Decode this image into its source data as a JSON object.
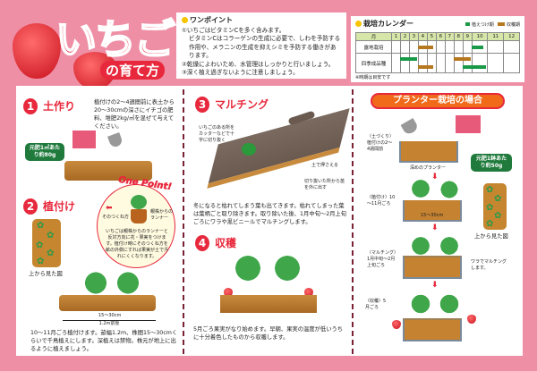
{
  "header": {
    "title": "いちご",
    "subtitle": "の育て方"
  },
  "one_point": {
    "heading": "ワンポイント",
    "lines": [
      "①いちごはビタミンCを多く含みます。",
      "ビタミンCはコラーゲンの生成に必要で、しわを予防する作用や、メラニンの生成を抑えシミを予防する働きがあります。",
      "②乾燥によわいため、水管理はしっかりと行いましょう。",
      "③深く植え過ぎないように注意しましょう。"
    ]
  },
  "calendar": {
    "heading": "栽培カレンダー",
    "legend": [
      {
        "label": "植えつけ期",
        "color": "#1a9a48"
      },
      {
        "label": "収穫期",
        "color": "#b5781e"
      }
    ],
    "month_header": "月",
    "months": [
      "1",
      "2",
      "3",
      "4",
      "5",
      "6",
      "7",
      "8",
      "9",
      "10",
      "11",
      "12"
    ],
    "rows": [
      {
        "label": "露地栽培",
        "bars": [
          {
            "type": "harvest",
            "start": 4,
            "end": 5.7
          },
          {
            "type": "planting",
            "start": 10,
            "end": 10.7
          }
        ]
      },
      {
        "label": "四季成品種",
        "bars": [
          {
            "type": "planting",
            "start": 2,
            "end": 3.9
          },
          {
            "type": "harvest",
            "start": 8,
            "end": 9.9
          },
          {
            "type": "planting",
            "start": 9,
            "end": 10.9
          },
          {
            "type": "harvest",
            "start": 4,
            "end": 5.7
          }
        ]
      }
    ],
    "note": "※時期は目安です"
  },
  "steps": [
    {
      "num": "1",
      "title": "土作り",
      "text": "植付けの2～4週間前に表土から20～30cmの深さにイチゴの肥料、堆肥2kg/㎡を混ぜて与えてください。",
      "badge": "元肥1㎡あたり約80g"
    },
    {
      "num": "2",
      "title": "植付け",
      "text": "10～11月ごろ植付けます。畝幅1.2m、株間15～30cmくらいで千鳥植えにします。深植えは禁物。株元が地上に出るように植えましょう。",
      "topview": "上から見た図",
      "spacing": "15～30cm",
      "width": "1.2m前後",
      "one_point": {
        "title": "One Point!",
        "runner_left": "そのつくね方",
        "runner_label": "親株からのランナー",
        "text": "いちごは親株からのランナーと反対方向に花・果実をつけます。植付け時にそのつくね方を畝の外側にすれば果実が土で汚れにくくなります。"
      }
    },
    {
      "num": "3",
      "title": "マルチング",
      "text": "冬になると枯れてしまう葉も出てきます。枯れてしまった葉は葉柄ごと取り除きます。取り除いた後、1月中旬～2月上旬ごろにワラや黒ビニールでマルチングします。",
      "labels": [
        "いちごのある所をカッターなどで十字に切り抜く",
        "土で押さえる",
        "切り抜いた所から苗を外に出す"
      ]
    },
    {
      "num": "4",
      "title": "収穫",
      "text": "5月ごろ果実がなり始めます。早朝、果実の温度が低いうちに十分着色したものから収穫します。"
    }
  ],
  "planter": {
    "title": "プランター栽培の場合",
    "stage1": "〈土づくり〉植付けの2～4週間前",
    "planter_label": "深めのプランター",
    "badge": "元肥1鉢あたり約50g",
    "stage2": "〈植付け〉10～11月ごろ",
    "spacing": "15～30cm",
    "topview": "上から見た図",
    "stage3": "〈マルチング〉1月中旬～2月上旬ごろ",
    "mulch_note": "ワラでマルチングします。",
    "stage4": "〈収穫〉5月ごろ"
  }
}
